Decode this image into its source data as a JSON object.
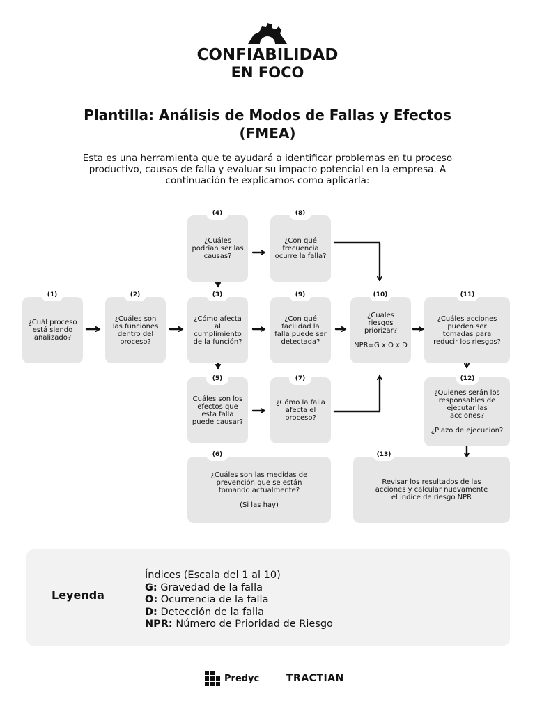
{
  "logo": {
    "line1": "CONFIABILIDAD",
    "line2": "EN FOCO"
  },
  "title": "Plantilla: Análisis de Modos de Fallas y Efectos (FMEA)",
  "intro": "Esta es una herramienta que te ayudará a identificar problemas en tu proceso productivo, causas de falla y evaluar su impacto potencial en la empresa. A continuación te explicamos como aplicarla:",
  "boxes": [
    {
      "num": "(1)",
      "text": "¿Cuál proceso está siendo analizado?"
    },
    {
      "num": "(2)",
      "text": "¿Cuáles son las funciones dentro del proceso?"
    },
    {
      "num": "(3)",
      "text": "¿Cómo afecta al cumplimiento de la función?"
    },
    {
      "num": "(4)",
      "text": "¿Cuáles podrían ser las causas?"
    },
    {
      "num": "(5)",
      "text": "Cuáles son los efectos que esta falla puede causar?"
    },
    {
      "num": "(6)",
      "text": "¿Cuáles son las medidas de prevención que se están tomando actualmente?",
      "sub": "(Si las hay)"
    },
    {
      "num": "(7)",
      "text": "¿Cómo la falla afecta el proceso?"
    },
    {
      "num": "(8)",
      "text": "¿Con qué frecuencia ocurre la falla?"
    },
    {
      "num": "(9)",
      "text": "¿Con qué facilidad la falla puede ser detectada?"
    },
    {
      "num": "(10)",
      "text": "¿Cuáles riesgos priorizar?",
      "sub": "NPR=G x O x D"
    },
    {
      "num": "(11)",
      "text": "¿Cuáles acciones pueden ser tomadas para reducir los riesgos?"
    },
    {
      "num": "(12)",
      "text": "¿Quienes serán los responsables de ejecutar las acciones?",
      "sub": "¿Plazo de ejecución?"
    },
    {
      "num": "(13)",
      "text": "Revisar los resultados de las acciones y calcular nuevamente el índice de riesgo NPR"
    }
  ],
  "legend": {
    "title": "Leyenda",
    "heading": "Índices (Escala del 1 al 10)",
    "items": [
      {
        "key": "G:",
        "text": " Gravedad de la falla"
      },
      {
        "key": "O:",
        "text": " Ocurrencia de la falla"
      },
      {
        "key": "D:",
        "text": " Detección de la falla"
      },
      {
        "key": "NPR:",
        "text": " Número de Prioridad de Riesgo"
      }
    ]
  },
  "footer": {
    "brand1": "Predyc",
    "brand2": "TRACTIAN"
  },
  "colors": {
    "box": "#e6e6e6",
    "legend_bg": "#f2f2f2",
    "text": "#111111"
  }
}
